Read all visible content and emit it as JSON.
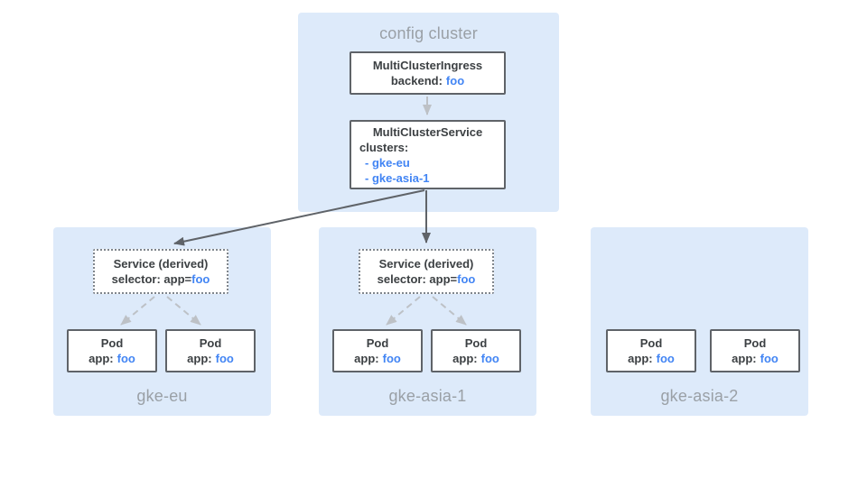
{
  "diagram_title": "config cluster",
  "colors": {
    "panel_bg": "#ddeafa",
    "border_dark": "#5f6368",
    "text_dark": "#3c4043",
    "text_muted": "#9aa0a6",
    "accent_blue": "#4285f4",
    "arrow_light": "#bdc1c6"
  },
  "config_cluster": {
    "label": "config cluster",
    "ingress": {
      "title": "MultiClusterIngress",
      "backend_label": "backend:",
      "backend_value": "foo"
    },
    "service": {
      "title": "MultiClusterService",
      "clusters_label": "clusters:",
      "items": [
        "- gke-eu",
        "- gke-asia-1"
      ]
    }
  },
  "clusters": [
    {
      "name": "gke-eu",
      "service": {
        "title": "Service (derived)",
        "selector_label": "selector: app=",
        "selector_value": "foo"
      },
      "pods": [
        {
          "title": "Pod",
          "app_label": "app:",
          "app_value": "foo"
        },
        {
          "title": "Pod",
          "app_label": "app:",
          "app_value": "foo"
        }
      ]
    },
    {
      "name": "gke-asia-1",
      "service": {
        "title": "Service (derived)",
        "selector_label": "selector: app=",
        "selector_value": "foo"
      },
      "pods": [
        {
          "title": "Pod",
          "app_label": "app:",
          "app_value": "foo"
        },
        {
          "title": "Pod",
          "app_label": "app:",
          "app_value": "foo"
        }
      ]
    },
    {
      "name": "gke-asia-2",
      "pods": [
        {
          "title": "Pod",
          "app_label": "app:",
          "app_value": "foo"
        },
        {
          "title": "Pod",
          "app_label": "app:",
          "app_value": "foo"
        }
      ]
    }
  ]
}
